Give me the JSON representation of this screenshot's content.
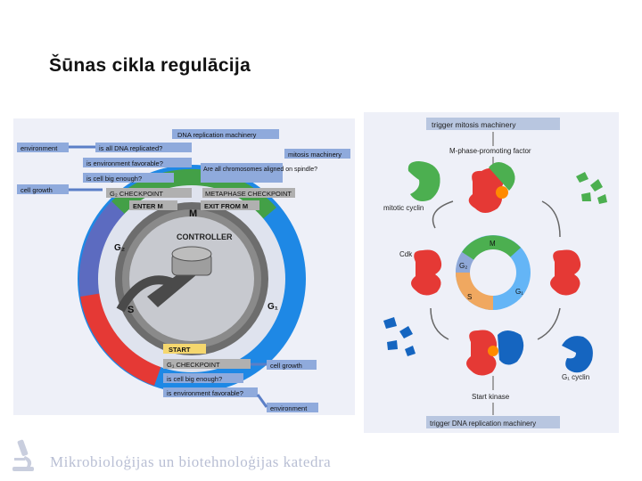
{
  "slide": {
    "title": "Šūnas cikla regulācija",
    "footer": "Mikrobioloģijas un biotehnoloģijas katedra"
  },
  "left_diagram": {
    "labels": {
      "environment_top": "environment",
      "cell_growth_top": "cell growth",
      "dna_replicated": "is all DNA replicated?",
      "env_favorable_top": "is environment favorable?",
      "cell_big_top": "is cell big enough?",
      "g2_checkpoint": "G₂ CHECKPOINT",
      "dna_machinery": "DNA replication machinery",
      "mitosis_machinery": "mitosis machinery",
      "chromosomes_aligned": "Are all chromosomes aligned on spindle?",
      "metaphase_checkpoint": "METAPHASE CHECKPOINT",
      "enter_m": "ENTER M",
      "exit_m": "EXIT FROM M",
      "phase_m": "M",
      "phase_g2": "G₂",
      "phase_s": "S",
      "phase_g1": "G₁",
      "controller": "CONTROLLER",
      "start": "START",
      "g1_checkpoint": "G₁ CHECKPOINT",
      "cell_big_bottom": "is cell big enough?",
      "env_favorable_bottom": "is environment favorable?",
      "cell_growth_bottom": "cell growth",
      "environment_bottom": "environment"
    },
    "colors": {
      "m": "#4caf50",
      "g2": "#5c6bc0",
      "s": "#e53935",
      "g1": "#42a5f5",
      "label_box": "#8faadc",
      "checkpoint": "#b0b0b0",
      "start": "#f5d76e"
    }
  },
  "right_diagram": {
    "labels": {
      "trigger_mitosis": "trigger mitosis machinery",
      "mpf": "M-phase-promoting factor",
      "mitotic_cyclin": "mitotic cyclin",
      "cdk": "Cdk",
      "phase_m": "M",
      "phase_g2": "G₂",
      "phase_s": "S",
      "phase_g1": "G₁",
      "g1_cyclin": "G₁ cyclin",
      "start_kinase": "Start kinase",
      "trigger_dna": "trigger DNA replication machinery"
    },
    "colors": {
      "cyclin_green": "#4caf50",
      "cdk_red": "#e53935",
      "cyclin_blue": "#1565c0",
      "s_orange": "#f0a860",
      "g2_blue": "#8fa8d8",
      "g1_blue": "#64b5f6"
    }
  }
}
